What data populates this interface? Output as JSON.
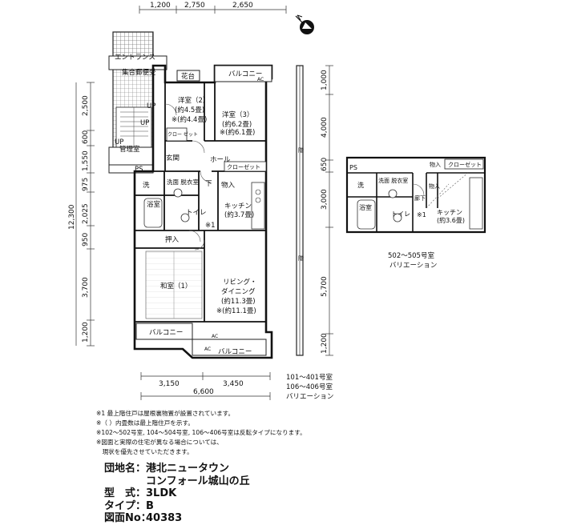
{
  "dimensions": {
    "top": [
      "1,200",
      "2,750",
      "2,650"
    ],
    "left": [
      "2,500",
      "600",
      "1,550",
      "975",
      "2,025",
      "950",
      "3,700",
      "1,200"
    ],
    "left_total": "12,300",
    "right": [
      "1,000",
      "4,000",
      "650",
      "3,000",
      "5,700",
      "1,200"
    ],
    "bottom": [
      "3,150",
      "3,450"
    ],
    "bottom_total": "6,600"
  },
  "rooms": {
    "entrance": "エントランス",
    "shared_stair": "集合郵便受",
    "up1": "UP",
    "up2": "UP",
    "up3": "UP",
    "kanrishitsu": "管理室",
    "ps1": "PS",
    "flower": "花台",
    "balcony_top": "バルコニー",
    "western2_name": "洋室（2）",
    "western2_size": "(約4.5畳)",
    "western2_note": "※(約4.4畳)",
    "western3_name": "洋室（3）",
    "western3_size": "(約6.2畳)",
    "western3_note": "※(約6.1畳)",
    "closet_small": "クロー ゼット",
    "hall": "ホール",
    "genkan": "玄関",
    "closet_main": "クローゼット",
    "wash": "洗",
    "dressing": "洗面 脱衣室",
    "shoe": "下",
    "storage": "物入",
    "bath": "浴室",
    "toilet": "トイレ",
    "kitchen_name": "キッチン",
    "kitchen_size": "(約3.7畳)",
    "note1": "※1",
    "oshiire": "押入",
    "washitsu_name": "和室（1）",
    "living_name": "リビング・",
    "living_name2": "ダイニング",
    "living_size": "(約11.3畳)",
    "living_note": "※(約11.1畳)",
    "balcony_bottom_left": "バルコニー",
    "balcony_bottom": "バルコニー",
    "ac1": "AC",
    "ac2": "AC",
    "ac3": "AC",
    "stair_mark1": "階",
    "stair_mark2": "階"
  },
  "variation": {
    "closet": "クローゼット",
    "storage": "物入",
    "ps": "PS",
    "wash": "洗",
    "dressing": "洗面 脱衣室",
    "hallway": "廊下",
    "bath": "浴室",
    "toilet": "トイレ",
    "kitchen_name": "キッチン",
    "kitchen_size": "(約3.6畳)",
    "note1": "※1",
    "storage2": "物入",
    "caption1": "502〜505号室",
    "caption2": "バリエーション"
  },
  "main_caption": {
    "line1": "101〜401号室",
    "line2": "106〜406号室",
    "line3": "バリエーション"
  },
  "notes": [
    "※1 最上階住戸は屋根裏物置が設置されています。",
    "※（ ）内畳数は最上階住戸を示す。",
    "※102〜502号室, 104〜504号室, 106〜406号室は反転タイプになります。",
    "※図面と実際の住宅が異なる場合については、",
    "　現状を優先させていただきます。"
  ],
  "info": {
    "complex_label": "団地名：",
    "complex_line1": "港北ニュータウン",
    "complex_line2": "コンフォール城山の丘",
    "type_label": "型　式：",
    "type_value": "3LDK",
    "subtype_label": "タイプ：",
    "subtype_value": "B",
    "drawing_label": "図面No：",
    "drawing_value": "40383"
  }
}
